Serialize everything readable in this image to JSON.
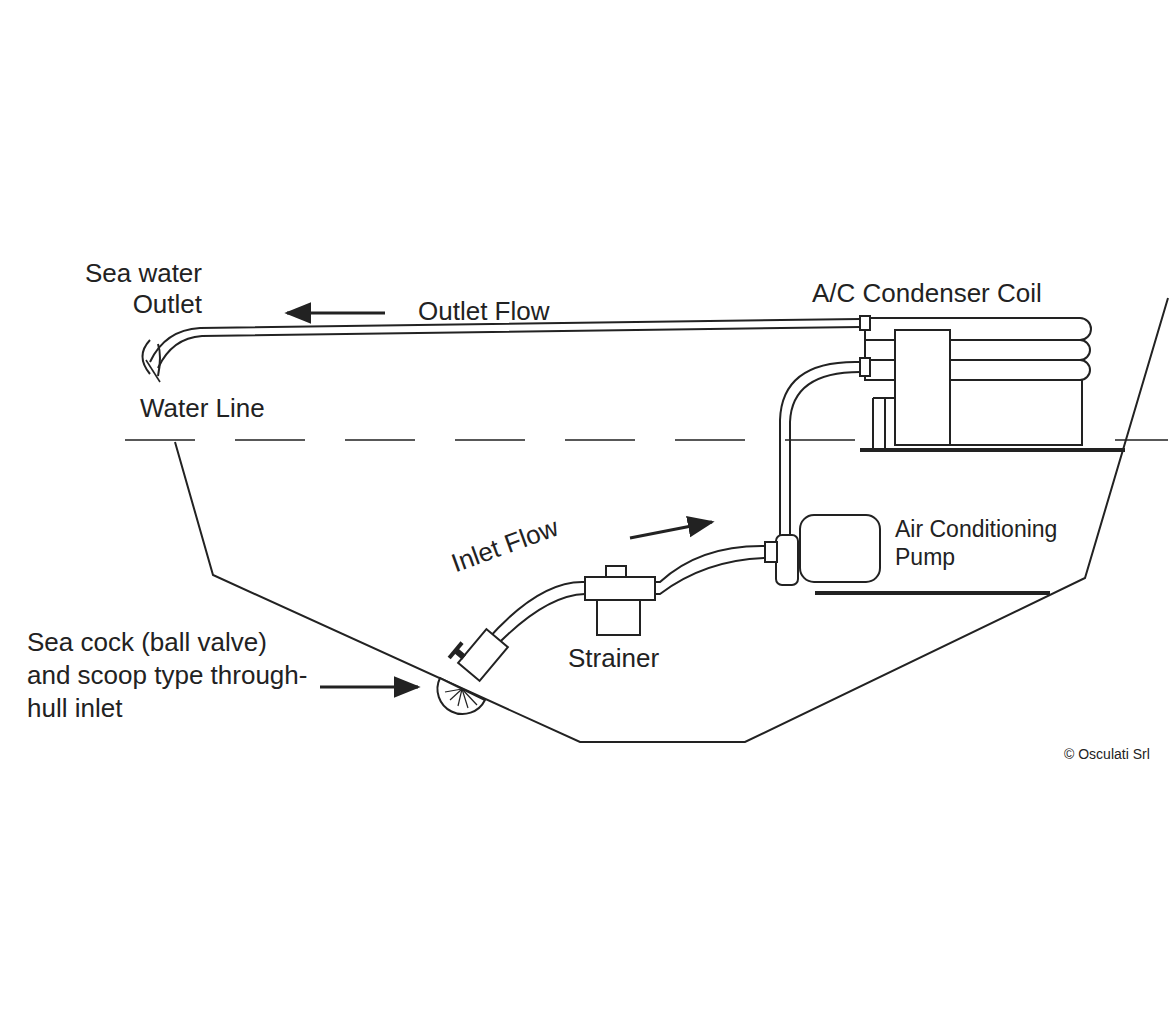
{
  "diagram": {
    "labels": [
      "Sea water Outlet",
      "Outlet Flow",
      "A/C Condenser Coil",
      "Water Line",
      "Inlet Flow",
      "Air Conditioning Pump",
      "Strainer",
      "Sea cock (ball valve) and scoop type through-hull inlet",
      "© Osculati Srl"
    ]
  }
}
